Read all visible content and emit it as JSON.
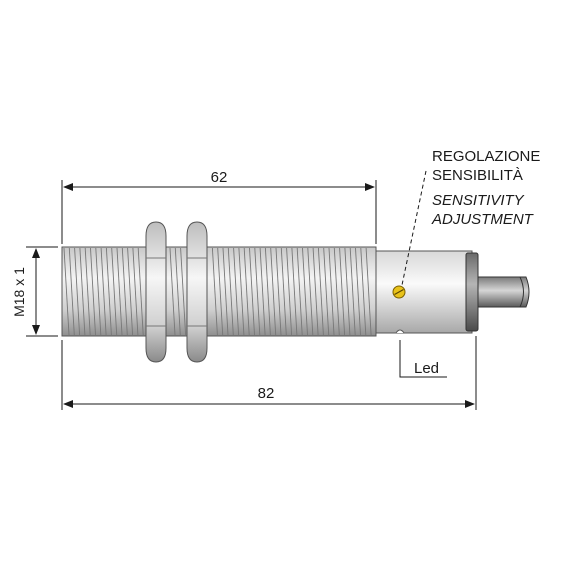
{
  "dimensions": {
    "length_threaded": "62",
    "length_total": "82",
    "thread_spec": "M18 x 1"
  },
  "labels": {
    "adjustment_it_line1": "REGOLAZIONE",
    "adjustment_it_line2": "SENSIBILITÀ",
    "adjustment_en_line1": "SENSITIVITY",
    "adjustment_en_line2": "ADJUSTMENT",
    "led": "Led"
  },
  "colors": {
    "line": "#1a1a1a",
    "metal_light": "#f2f2f2",
    "metal_dark": "#9a9a9a",
    "screw": "#e8c21a"
  }
}
